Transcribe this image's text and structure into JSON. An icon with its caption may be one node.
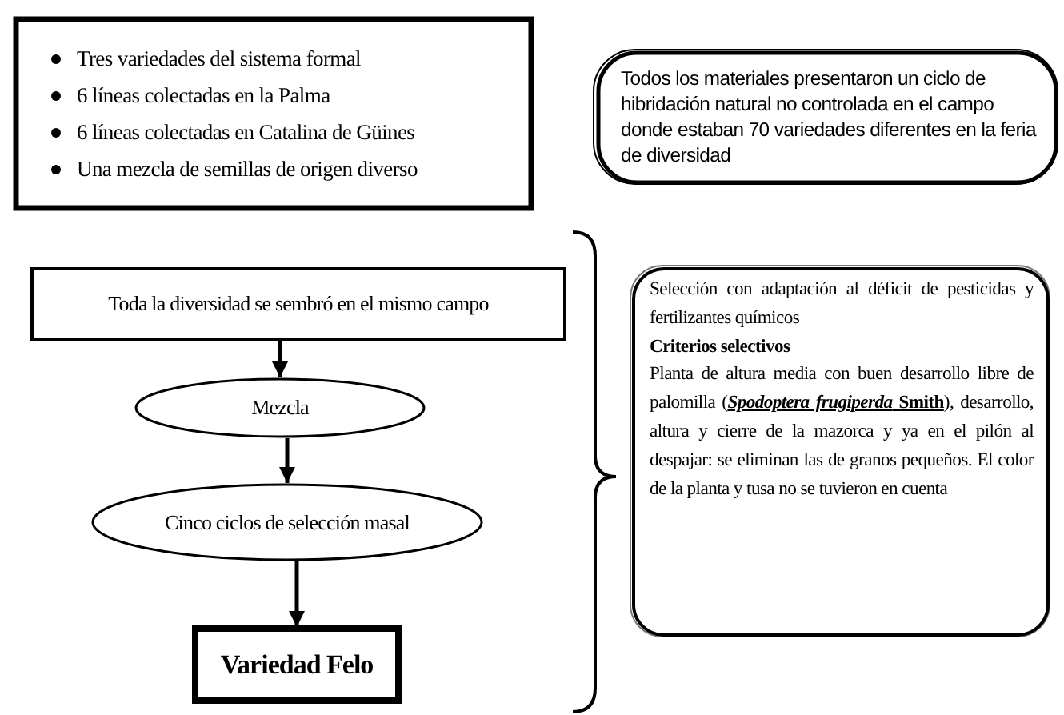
{
  "diagram": {
    "nodes": [
      {
        "text": [
          "Tres variedades del sistema formal",
          "6 líneas colectadas en la Palma",
          "6 líneas colectadas en Catalina de Güines",
          "Una mezcla de semillas de origen diverso"
        ]
      },
      {
        "text": [
          "Todos los materiales presentaron un ciclo de hibridación natural no controlada en el campo donde estaban 70 variedades diferentes en la feria de diversidad"
        ]
      },
      {
        "text": [
          "Toda la diversidad se sembró en el mismo campo"
        ]
      },
      {
        "text": [
          "Mezcla"
        ]
      },
      {
        "text": [
          "Cinco ciclos de selección masal"
        ]
      },
      {
        "text": [
          "Variedad Felo"
        ]
      },
      {
        "text": [
          "Selección con adaptación al déficit de pesticidas y fertilizantes químicos",
          "Criterios selectivos",
          "Planta de altura media con buen desarrollo libre de palomilla (***Spodoptera frugiperda* Smith**), desarrollo, altura y cierre de la mazorca y ya en el pilón al despajar: se eliminan las de granos pequeños. El color de la planta y tusa no se tuvieron en cuenta"
        ]
      }
    ],
    "edges": [
      {
        "from": 2,
        "to": 3,
        "arrow": "to"
      },
      {
        "from": 3,
        "to": 4,
        "arrow": "to"
      },
      {
        "from": 4,
        "to": 5,
        "arrow": "to"
      }
    ]
  }
}
